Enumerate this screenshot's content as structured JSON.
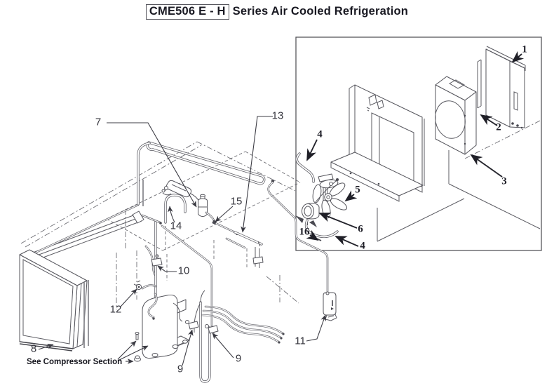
{
  "title": {
    "model": "CME506 E - H",
    "series": "Series Air Cooled Refrigeration"
  },
  "callouts": {
    "n1": "1",
    "n2": "2",
    "n3": "3",
    "n4a": "4",
    "n4b": "4",
    "n5": "5",
    "n6": "6",
    "n7": "7",
    "n8": "8",
    "n9a": "9",
    "n9b": "9",
    "n10": "10",
    "n11": "11",
    "n12": "12",
    "n13": "13",
    "n14": "14",
    "n15": "15",
    "n16": "16"
  },
  "notes": {
    "compressor": "See Compressor Section"
  },
  "colors": {
    "background": "#ffffff",
    "line_art": "#5b5b62",
    "callout_text": "#35353d",
    "title_text": "#191922"
  }
}
